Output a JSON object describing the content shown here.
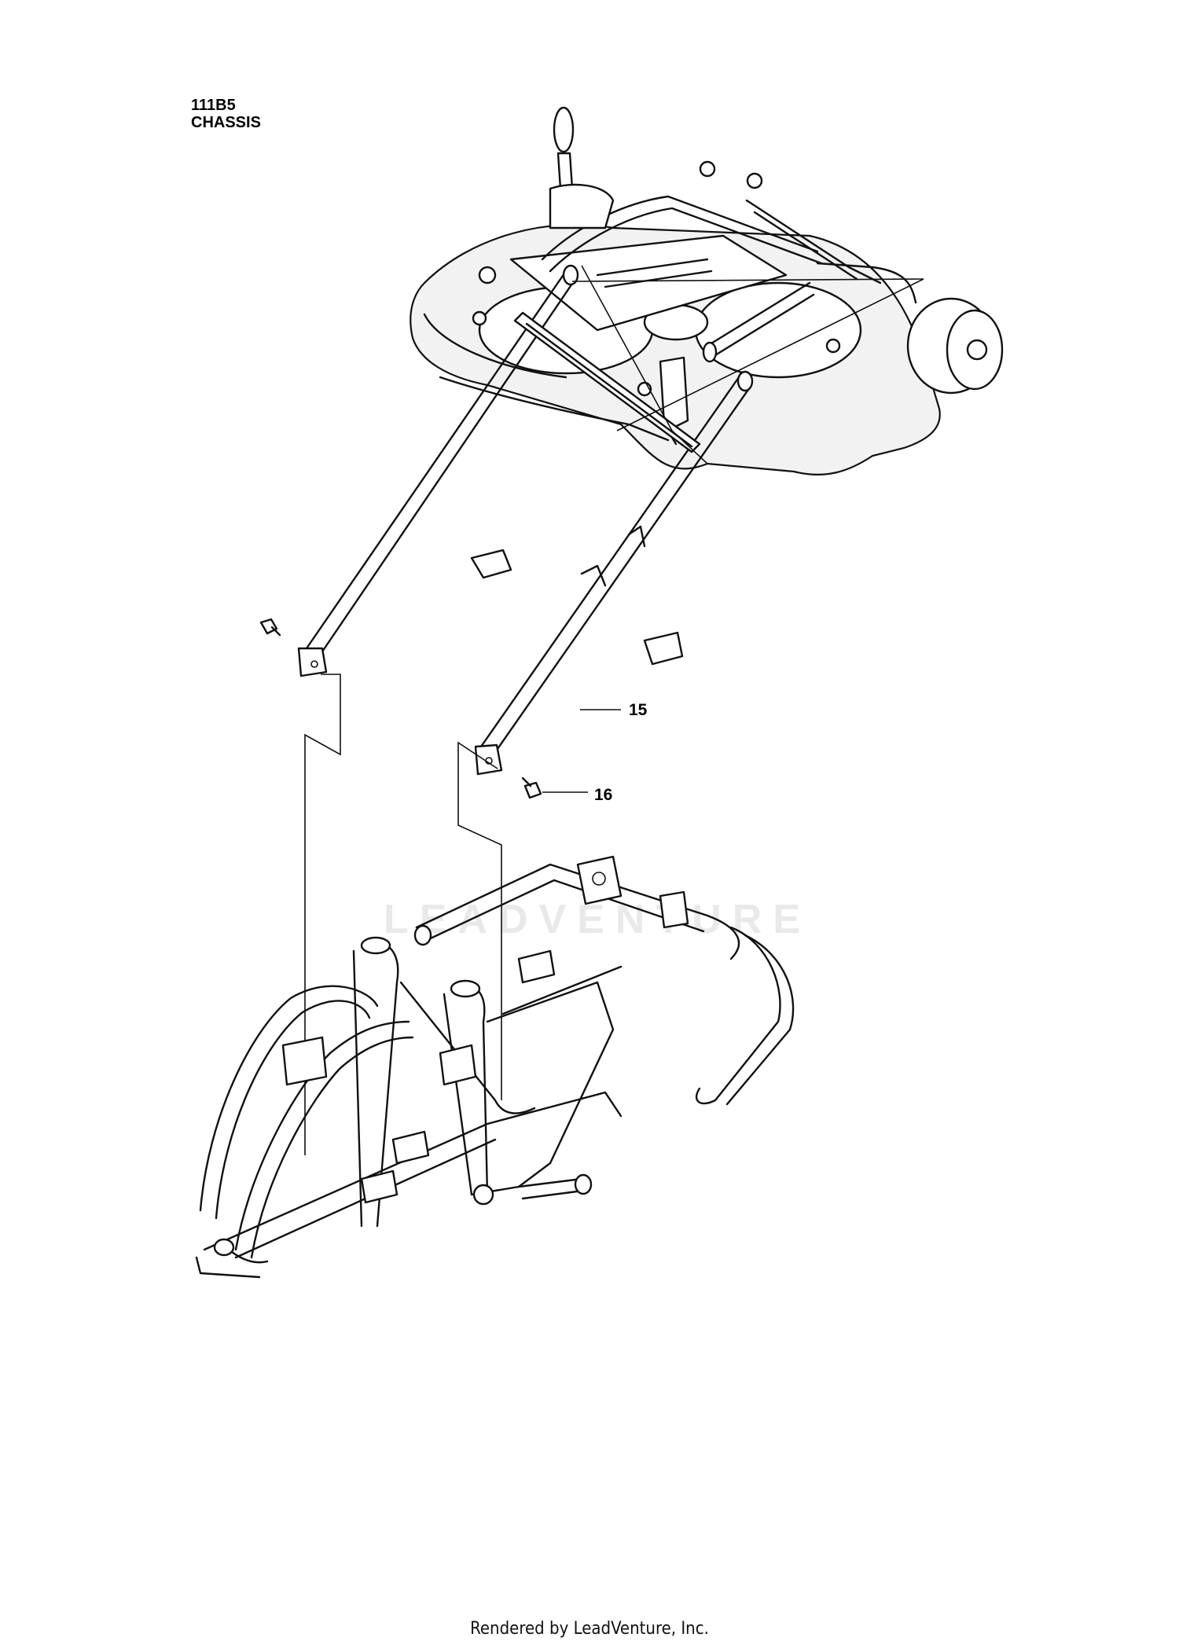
{
  "header": {
    "code": "111B5",
    "title": "CHASSIS"
  },
  "callouts": [
    {
      "number": "15"
    },
    {
      "number": "16"
    }
  ],
  "watermark": "LEADVENTURE",
  "footer": "Rendered by LeadVenture, Inc."
}
